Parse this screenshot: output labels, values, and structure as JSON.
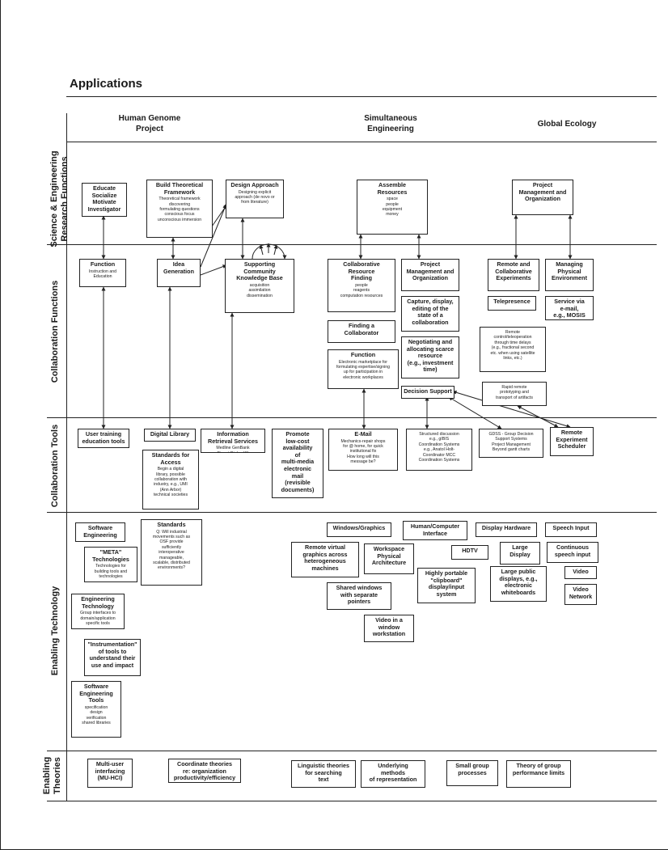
{
  "title": "Applications",
  "columns": [
    {
      "id": "genome",
      "label": "Human Genome\nProject"
    },
    {
      "id": "engineering",
      "label": "Simultaneous\nEngineering"
    },
    {
      "id": "ecology",
      "label": "Global Ecology"
    }
  ],
  "rows": [
    {
      "id": "research",
      "label": "Science & Engineering\nResearch Functions"
    },
    {
      "id": "collab",
      "label": "Collaboration Functions"
    },
    {
      "id": "tools",
      "label": "Collaboration Tools"
    },
    {
      "id": "tech",
      "label": "Enabling Technology"
    },
    {
      "id": "theory",
      "label": "Enabling\nTheories"
    }
  ],
  "boxes": [
    {
      "id": "educate",
      "title": "Educate\nSocialize\nMotivate\nInvestigator",
      "body": ""
    },
    {
      "id": "build_framework",
      "title": "Build Theoretical\nFramework",
      "body": "Theoretical framework\ndiscovering\nformulating questions\nconscious focus\nunconscious immersion"
    },
    {
      "id": "design_approach",
      "title": "Design Approach",
      "body": "Designing explicit\napproach (de novo or\nfrom literature)"
    },
    {
      "id": "assemble",
      "title": "Assemble\nResources",
      "body": "space\npeople\nequipment\nmoney"
    },
    {
      "id": "project_mgmt_top",
      "title": "Project\nManagement and\nOrganization",
      "body": ""
    },
    {
      "id": "function_instr",
      "title": "Function",
      "body": "Instruction and\nEducation"
    },
    {
      "id": "idea_gen",
      "title": "Idea\nGeneration",
      "body": ""
    },
    {
      "id": "supporting_kb",
      "title": "Supporting\nCommunity\nKnowledge Base",
      "body": "acquisition\nassimilation\ndissemination"
    },
    {
      "id": "collab_resource",
      "title": "Collaborative\nResource\nFinding",
      "body": "people\nreagents\ncomputation resources"
    },
    {
      "id": "project_mgmt_mid",
      "title": "Project\nManagement and\nOrganization",
      "body": ""
    },
    {
      "id": "remote_collab",
      "title": "Remote and\nCollaborative\nExperiments",
      "body": ""
    },
    {
      "id": "managing_env",
      "title": "Managing\nPhysical\nEnvironment",
      "body": ""
    },
    {
      "id": "telepresence",
      "title": "Telepresence",
      "body": ""
    },
    {
      "id": "service_email",
      "title": "Service via\ne-mail,\ne.g., MOSIS",
      "body": ""
    },
    {
      "id": "capture",
      "title": "Capture, display,\nediting of the\nstate of a\ncollaboration",
      "body": ""
    },
    {
      "id": "finding_collab",
      "title": "Finding a\nCollaborator",
      "body": ""
    },
    {
      "id": "negotiating",
      "title": "Negotiating and\nallocating scarce\nresource\n(e.g., investment\ntime)",
      "body": ""
    },
    {
      "id": "remote_control",
      "title": "",
      "body": "Remote\ncontrol/teleoperation\nthrough time delays\n(e.g., fractional second\netc. when using satellite\nlinks, etc.)"
    },
    {
      "id": "function_market",
      "title": "Function",
      "body": "Electronic marketplace for\nformulating expertise/signing\nup for participation in\nelectronic workplaces"
    },
    {
      "id": "rapid_remote",
      "title": "",
      "body": "Rapid remote\nprototyping and\ntransport of artifacts"
    },
    {
      "id": "decision_support",
      "title": "Decision Support",
      "body": ""
    },
    {
      "id": "user_training",
      "title": "User training\neducation tools",
      "body": ""
    },
    {
      "id": "digital_library",
      "title": "Digital Library",
      "body": ""
    },
    {
      "id": "info_retrieval",
      "title": "Information\nRetrieval Services",
      "body": "Medline GenBank\nBionet Dialog ISI"
    },
    {
      "id": "promote",
      "title": "Promote\nlow-cost\navailability\nof\nmulti-media\nelectronic\nmail\n(revisible\ndocuments)",
      "body": ""
    },
    {
      "id": "email",
      "title": "E-Mail",
      "body": "Mechanics-repair shops\nfor @ home, for quick\ninstitutional fix\nHow long will this\nmessage be?"
    },
    {
      "id": "structured_disc",
      "title": "",
      "body": "Structured discussion\ne.g., gIBIS\nCoordination Systems\ne.g., Anatol Holt-\nCoordinator MCC\nCoordination Systems"
    },
    {
      "id": "gdss",
      "title": "",
      "body": "GDSS - Group Decision\nSupport Systems\nProject Management\nBeyond gantt charts"
    },
    {
      "id": "remote_sched",
      "title": "Remote\nExperiment\nScheduler",
      "body": ""
    },
    {
      "id": "standards_access",
      "title": "Standards for\nAccess",
      "body": "Begin a digital\nlibrary, possible\ncollaboration with\nindustry, e.g., UMI\n(Ann Arbor)\ntechnical societies"
    },
    {
      "id": "sw_eng",
      "title": "Software\nEngineering",
      "body": ""
    },
    {
      "id": "standards",
      "title": "Standards",
      "body": "Q: Will industrial\nmovements such as\nOSF provide\nsufficiently\ninteroperative\nmanageable,\nscalable, distributed\nenvironments?"
    },
    {
      "id": "meta_tech",
      "title": "\"META\"\nTechnologies",
      "body": "Technologies for\nbuilding tools and\ntechnologies"
    },
    {
      "id": "eng_tech",
      "title": "Engineering\nTechnology",
      "body": "Group interfaces to\ndomain/application\nspecific tools"
    },
    {
      "id": "instrumentation",
      "title": "\"Instrumentation\"\nof tools to\nunderstand their\nuse and impact",
      "body": ""
    },
    {
      "id": "sw_eng_tools",
      "title": "Software\nEngineering\nTools",
      "body": "specification\ndesign\nverification\nshared libraries"
    },
    {
      "id": "windows_graphics",
      "title": "Windows/Graphics",
      "body": ""
    },
    {
      "id": "hci",
      "title": "Human/Computer\nInterface",
      "body": ""
    },
    {
      "id": "display_hw",
      "title": "Display Hardware",
      "body": ""
    },
    {
      "id": "speech_input",
      "title": "Speech Input",
      "body": ""
    },
    {
      "id": "remote_virtual",
      "title": "Remote virtual\ngraphics across\nheterogeneous\nmachines",
      "body": ""
    },
    {
      "id": "workspace",
      "title": "Workspace\nPhysical\nArchitecture",
      "body": ""
    },
    {
      "id": "hdtv",
      "title": "HDTV",
      "body": ""
    },
    {
      "id": "large_display",
      "title": "Large\nDisplay",
      "body": ""
    },
    {
      "id": "continuous_speech",
      "title": "Continuous\nspeech input",
      "body": ""
    },
    {
      "id": "portable_clipboard",
      "title": "Highly portable\n\"clipboard\"\ndisplay/input\nsystem",
      "body": ""
    },
    {
      "id": "large_public",
      "title": "Large public\ndisplays, e.g.,\nelectronic\nwhiteboards",
      "body": ""
    },
    {
      "id": "video",
      "title": "Video",
      "body": ""
    },
    {
      "id": "video_network",
      "title": "Video\nNetwork",
      "body": ""
    },
    {
      "id": "shared_windows",
      "title": "Shared windows\nwith separate\npointers",
      "body": ""
    },
    {
      "id": "video_window",
      "title": "Video in a\nwindow\nworkstation",
      "body": ""
    },
    {
      "id": "multi_user",
      "title": "Multi-user\ninterfacing\n(MU-HCI)",
      "body": ""
    },
    {
      "id": "coordinate",
      "title": "Coordinate theories\nre: organization\nproductivity/efficiency",
      "body": ""
    },
    {
      "id": "linguistic",
      "title": "Linguistic theories\nfor searching\ntext",
      "body": ""
    },
    {
      "id": "underlying",
      "title": "Underlying\nmethods\nof representation",
      "body": ""
    },
    {
      "id": "small_group",
      "title": "Small group\nprocesses",
      "body": ""
    },
    {
      "id": "group_perf",
      "title": "Theory of group\nperformance limits",
      "body": ""
    }
  ]
}
